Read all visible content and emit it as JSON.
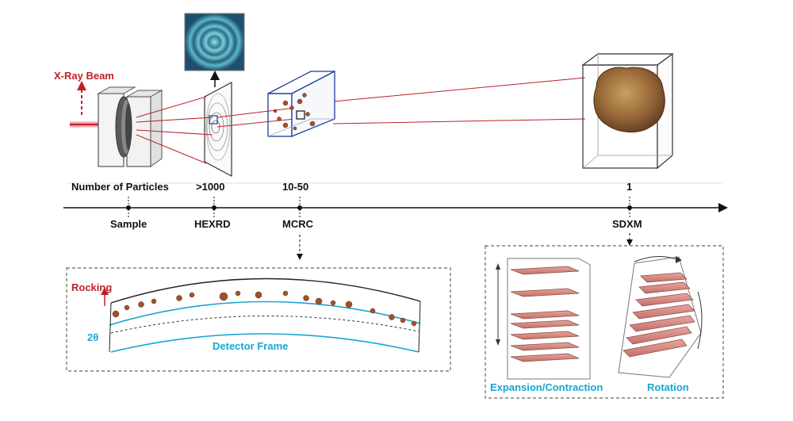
{
  "beam": {
    "label": "X-Ray Beam"
  },
  "particles_row": {
    "label": "Number of Particles",
    "hexrd_count": ">1000",
    "mcrc_count": "10-50",
    "sdxm_count": "1"
  },
  "axis": {
    "ticks": [
      "Sample",
      "HEXRD",
      "MCRC",
      "SDXM"
    ]
  },
  "mcrc_panel": {
    "rocking_label": "Rocking",
    "two_theta_label": "2θ",
    "detector_label": "Detector Frame"
  },
  "sdxm_panel": {
    "expansion_label": "Expansion/Contraction",
    "rotation_label": "Rotation"
  },
  "colors": {
    "beam_red": "#c0202a",
    "label_cyan": "#19a6cf",
    "particle_brown": "#a0522d",
    "slab_pink": "#d99088"
  }
}
